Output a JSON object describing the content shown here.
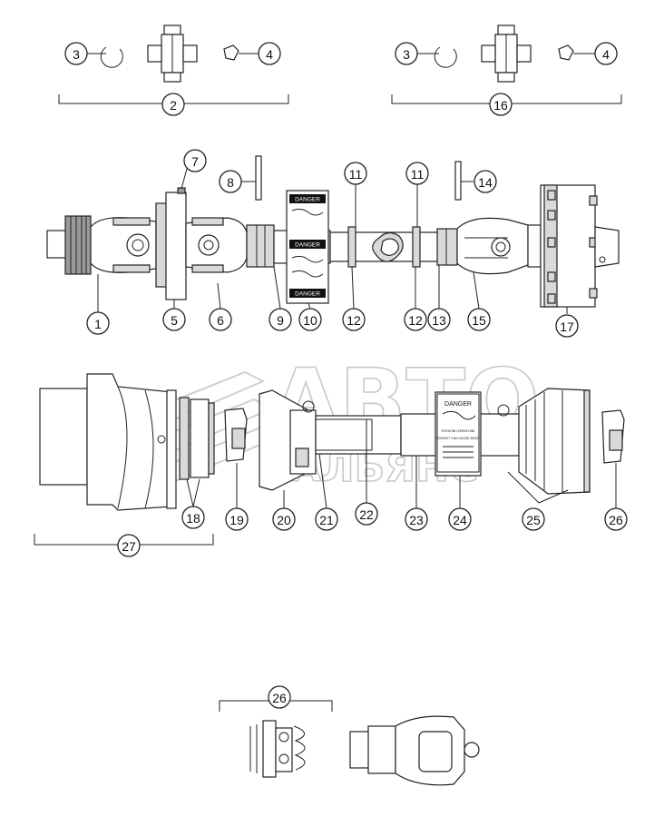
{
  "callouts": [
    {
      "id": "c3a",
      "label": "3"
    },
    {
      "id": "c4a",
      "label": "4"
    },
    {
      "id": "c2",
      "label": "2"
    },
    {
      "id": "c3b",
      "label": "3"
    },
    {
      "id": "c4b",
      "label": "4"
    },
    {
      "id": "c16",
      "label": "16"
    },
    {
      "id": "c7",
      "label": "7"
    },
    {
      "id": "c8",
      "label": "8"
    },
    {
      "id": "c11a",
      "label": "11"
    },
    {
      "id": "c11b",
      "label": "11"
    },
    {
      "id": "c14",
      "label": "14"
    },
    {
      "id": "c1",
      "label": "1"
    },
    {
      "id": "c5",
      "label": "5"
    },
    {
      "id": "c6",
      "label": "6"
    },
    {
      "id": "c9",
      "label": "9"
    },
    {
      "id": "c10",
      "label": "10"
    },
    {
      "id": "c12a",
      "label": "12"
    },
    {
      "id": "c12b",
      "label": "12"
    },
    {
      "id": "c13",
      "label": "13"
    },
    {
      "id": "c15",
      "label": "15"
    },
    {
      "id": "c17",
      "label": "17"
    },
    {
      "id": "c18",
      "label": "18"
    },
    {
      "id": "c19",
      "label": "19"
    },
    {
      "id": "c20",
      "label": "20"
    },
    {
      "id": "c21",
      "label": "21"
    },
    {
      "id": "c22",
      "label": "22"
    },
    {
      "id": "c23",
      "label": "23"
    },
    {
      "id": "c24",
      "label": "24"
    },
    {
      "id": "c25",
      "label": "25"
    },
    {
      "id": "c26a",
      "label": "26"
    },
    {
      "id": "c27",
      "label": "27"
    },
    {
      "id": "c26b",
      "label": "26"
    }
  ],
  "warning_labels": {
    "danger": "DANGER",
    "small_text_1": "ROTATING DRIVELINE",
    "small_text_2": "CONTACT CAN CAUSE DEATH"
  },
  "watermark": {
    "line1": "АВТО",
    "line2": "АЛЬЯНС"
  }
}
